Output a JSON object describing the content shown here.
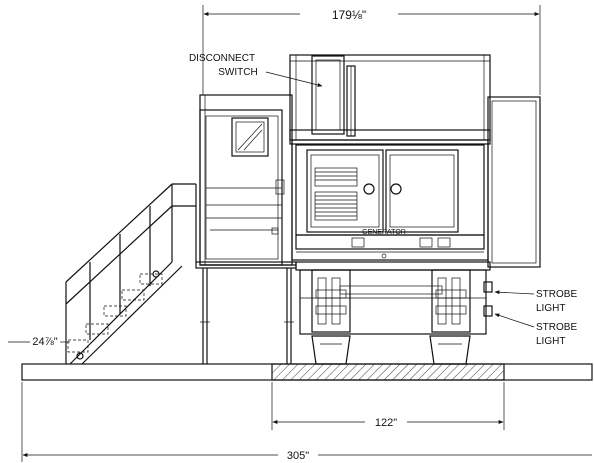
{
  "dimensions": {
    "top_width": "179⅛\"",
    "stair_height": "24⅞\"",
    "base_width": "122\"",
    "overall_width": "305\""
  },
  "callouts": {
    "disconnect_line1": "DISCONNECT",
    "disconnect_line2": "SWITCH",
    "strobe1_line1": "STROBE",
    "strobe1_line2": "LIGHT",
    "strobe2_line1": "STROBE",
    "strobe2_line2": "LIGHT"
  },
  "generator_label": "GENERATOR"
}
